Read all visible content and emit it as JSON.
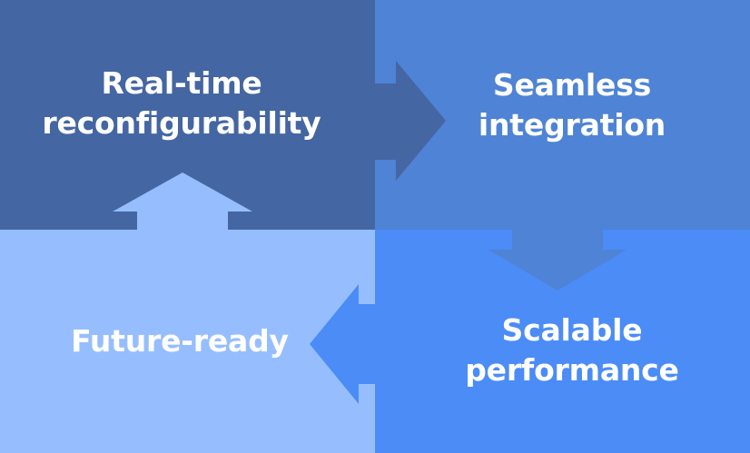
{
  "colors": {
    "top_left": "#4466A2",
    "top_right": "#4E83D6",
    "bottom_right": "#4B8CF6",
    "bottom_left": "#96BEFE"
  },
  "steps": [
    {
      "lines": [
        "Real-time",
        "reconfigurability"
      ]
    },
    {
      "lines": [
        "Seamless",
        "integration"
      ]
    },
    {
      "lines": [
        "Scalable",
        "performance"
      ]
    },
    {
      "lines": [
        "Future-ready"
      ]
    }
  ]
}
